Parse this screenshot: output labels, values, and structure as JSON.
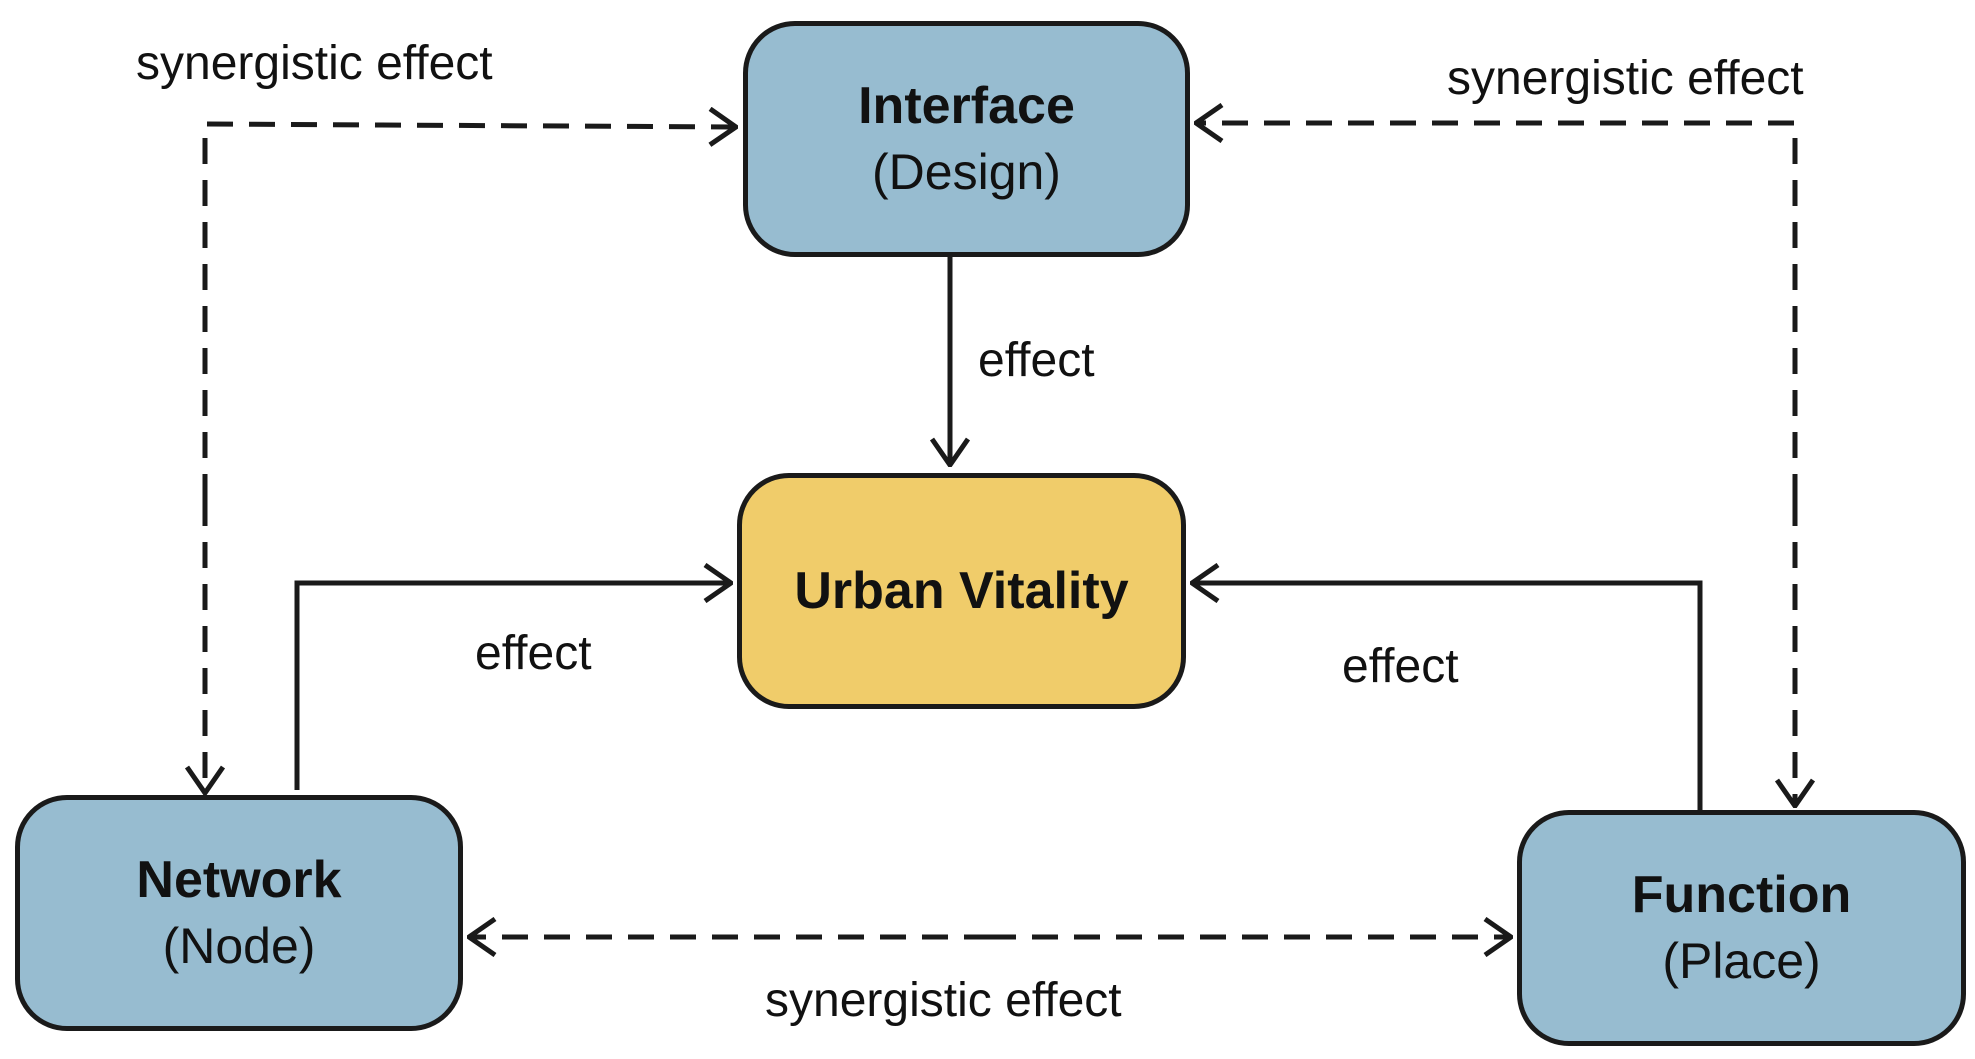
{
  "colors": {
    "node_blue": "#97bcd0",
    "node_gold": "#f0cc6a",
    "stroke": "#1a1a1a"
  },
  "nodes": {
    "interface": {
      "title": "Interface",
      "subtitle": "(Design)"
    },
    "urban_vitality": {
      "title": "Urban Vitality"
    },
    "network": {
      "title": "Network",
      "subtitle": "(Node)"
    },
    "function": {
      "title": "Function",
      "subtitle": "(Place)"
    }
  },
  "edges": {
    "synergy_top_left": "synergistic effect",
    "synergy_top_right": "synergistic effect",
    "synergy_bottom": "synergistic effect",
    "effect_interface": "effect",
    "effect_network": "effect",
    "effect_function": "effect"
  }
}
